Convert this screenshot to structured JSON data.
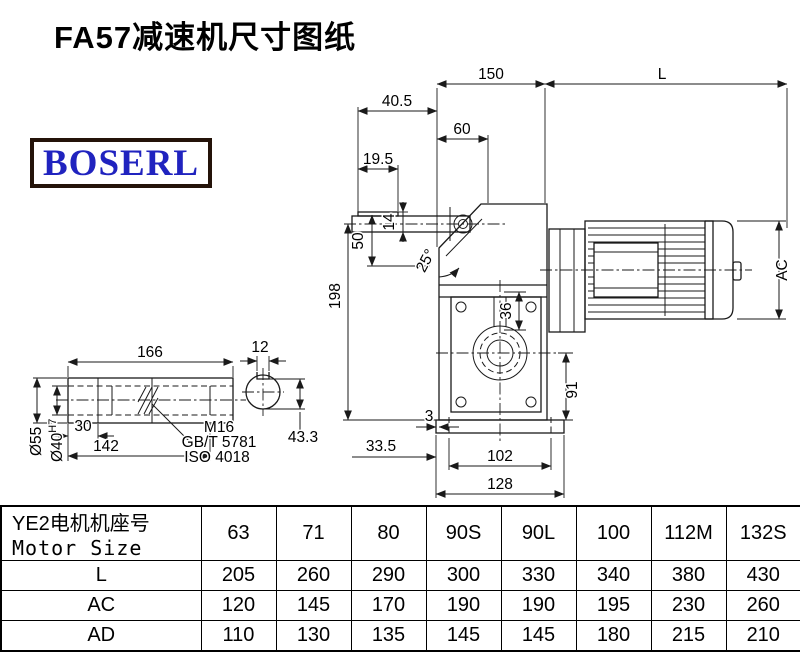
{
  "page": {
    "title": "FA57减速机尺寸图纸",
    "logo_text": "BOSERL"
  },
  "drawing": {
    "top_dims": {
      "flange_width": "150",
      "motor_length": "L",
      "d40_5": "40.5",
      "d60": "60",
      "d19_5": "19.5"
    },
    "side_dims": {
      "d14": "14",
      "d50": "50",
      "d198": "198",
      "angle": "25°",
      "d36": "36",
      "motor_diameter": "AC",
      "d91": "91"
    },
    "bottom_dims": {
      "d3": "3",
      "d33_5": "33.5",
      "d102": "102",
      "d128": "128"
    },
    "shaft_detail": {
      "d166": "166",
      "d30": "30",
      "d142": "142",
      "dia_outer": "Ø55",
      "dia_bore": "Ø40",
      "bore_tolerance": "H7",
      "thread": "M16",
      "standard_gb": "GB/T 5781",
      "standard_iso": "ISO 4018"
    },
    "section_detail": {
      "keyway_width": "12",
      "keyway_depth": "43.3"
    }
  },
  "table": {
    "header": {
      "line1": "YE2电机机座号",
      "line2": "Motor Size"
    },
    "sizes": [
      "63",
      "71",
      "80",
      "90S",
      "90L",
      "100",
      "112M",
      "132S"
    ],
    "rows": [
      {
        "label": "L",
        "values": [
          "205",
          "260",
          "290",
          "300",
          "330",
          "340",
          "380",
          "430"
        ]
      },
      {
        "label": "AC",
        "values": [
          "120",
          "145",
          "170",
          "190",
          "190",
          "195",
          "230",
          "260"
        ]
      },
      {
        "label": "AD",
        "values": [
          "110",
          "130",
          "135",
          "145",
          "145",
          "180",
          "215",
          "210"
        ]
      }
    ]
  }
}
